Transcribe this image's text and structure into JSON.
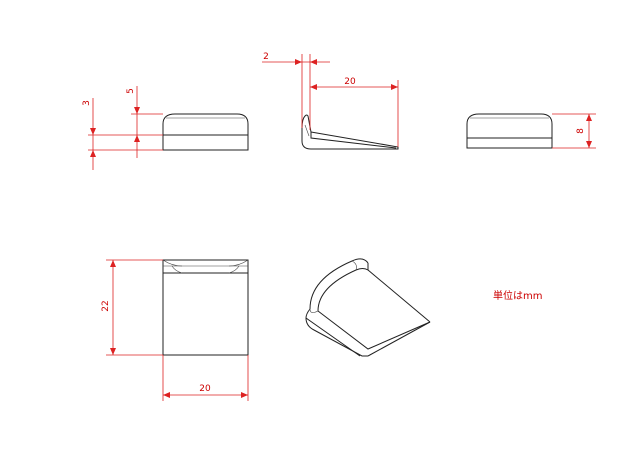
{
  "dimensions": {
    "front_height_3": "3",
    "front_height_5": "5",
    "side_thickness_2": "2",
    "side_length_20": "20",
    "right_height_8": "8",
    "top_height_22": "22",
    "top_width_20": "20"
  },
  "note": "単位はmm",
  "colors": {
    "dimension": "#dd2222",
    "outline": "#222222"
  }
}
